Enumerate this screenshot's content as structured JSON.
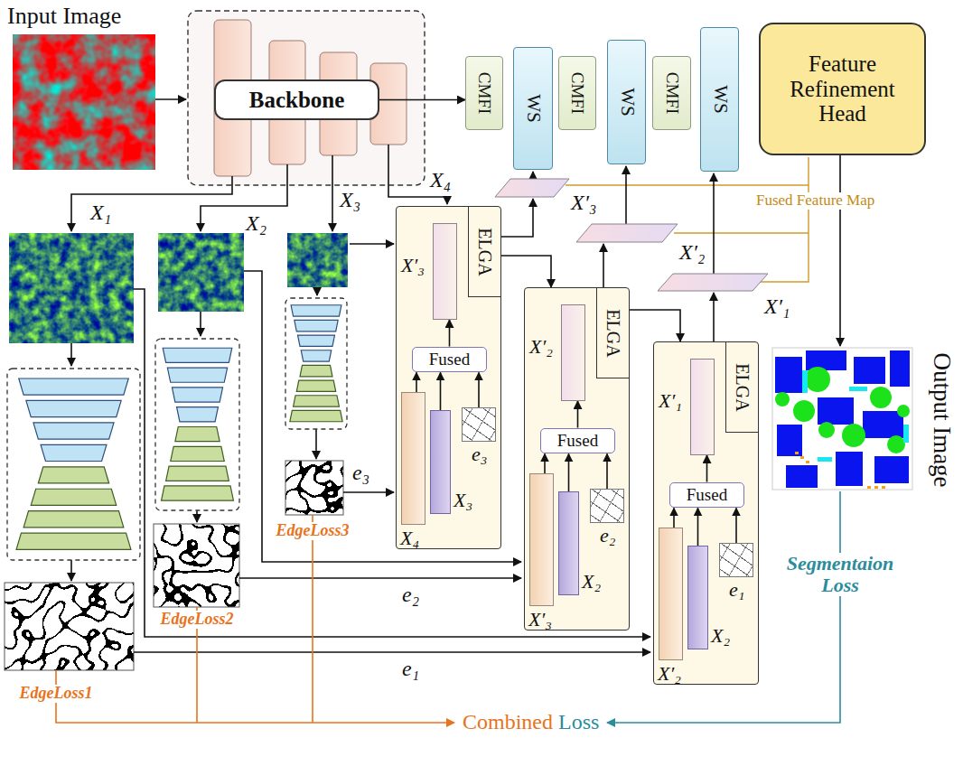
{
  "diagram": {
    "nodes": [
      {
        "text": [
          "Backbone"
        ]
      },
      {
        "text": [
          "CMFI"
        ]
      },
      {
        "text": [
          "WS"
        ]
      },
      {
        "text": [
          "CMFI"
        ]
      },
      {
        "text": [
          "WS"
        ]
      },
      {
        "text": [
          "CMFI"
        ]
      },
      {
        "text": [
          "WS"
        ]
      },
      {
        "text": [
          "Feature Refinement Head"
        ]
      },
      {
        "text": [
          "ELGA"
        ]
      },
      {
        "text": [
          "X′₃"
        ],
        "in": 8
      },
      {
        "text": [
          "Fused"
        ],
        "in": 8
      },
      {
        "text": [
          "X₄"
        ],
        "in": 8
      },
      {
        "text": [
          "X₃"
        ],
        "in": 8
      },
      {
        "text": [
          "e₃"
        ],
        "in": 8
      },
      {
        "text": [
          "ELGA"
        ]
      },
      {
        "text": [
          "X′₂"
        ],
        "in": 14
      },
      {
        "text": [
          "Fused"
        ],
        "in": 14
      },
      {
        "text": [
          "X′₃"
        ],
        "in": 14
      },
      {
        "text": [
          "X₂"
        ],
        "in": 14
      },
      {
        "text": [
          "e₂"
        ],
        "in": 14
      },
      {
        "text": [
          "ELGA"
        ]
      },
      {
        "text": [
          "X′₁"
        ],
        "in": 20
      },
      {
        "text": [
          "Fused"
        ],
        "in": 20
      },
      {
        "text": [
          "X′₂"
        ],
        "in": 20
      },
      {
        "text": [
          "X₂"
        ],
        "in": 20
      },
      {
        "text": [
          "e₁"
        ],
        "in": 20
      }
    ],
    "edges": [
      {
        "from": 0,
        "to": 1,
        "arrow": "to"
      },
      {
        "from": 8,
        "to": 14,
        "arrow": "to"
      },
      {
        "from": 14,
        "to": 20,
        "arrow": "to"
      },
      {
        "from": 11,
        "to": 10,
        "arrow": "to"
      },
      {
        "from": 12,
        "to": 10,
        "arrow": "to"
      },
      {
        "from": 13,
        "to": 10,
        "arrow": "to"
      },
      {
        "from": 10,
        "to": 9,
        "arrow": "to"
      },
      {
        "from": 17,
        "to": 16,
        "arrow": "to"
      },
      {
        "from": 18,
        "to": 16,
        "arrow": "to"
      },
      {
        "from": 19,
        "to": 16,
        "arrow": "to"
      },
      {
        "from": 16,
        "to": 15,
        "arrow": "to"
      },
      {
        "from": 23,
        "to": 22,
        "arrow": "to"
      },
      {
        "from": 24,
        "to": 22,
        "arrow": "to"
      },
      {
        "from": 25,
        "to": 22,
        "arrow": "to"
      },
      {
        "from": 22,
        "to": 21,
        "arrow": "to"
      }
    ],
    "labels": [
      "Input Image",
      "X₁",
      "X₂",
      "X₃",
      "X₄",
      "X′₃",
      "X′₂",
      "X′₁",
      "Fused Feature Map",
      "e₃",
      "e₂",
      "e₁",
      "EdgeLoss3",
      "EdgeLoss2",
      "EdgeLoss1",
      "Output Image",
      "Segmentaion Loss",
      "Combined",
      "Loss"
    ]
  }
}
